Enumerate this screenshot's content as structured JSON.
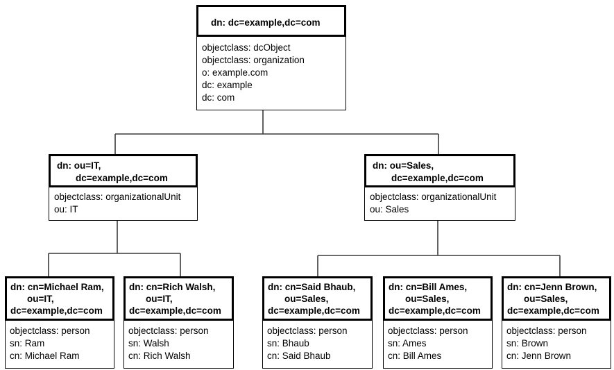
{
  "colors": {
    "background": "#ffffff",
    "box_border": "#000000",
    "text": "#000000",
    "connector": "#3a3a3a"
  },
  "nodes": {
    "root": {
      "header_lines": [
        "dn: dc=example,dc=com"
      ],
      "attributes": [
        "objectclass: dcObject",
        "objectclass: organization",
        "o: example.com",
        "dc: example",
        "dc: com"
      ]
    },
    "ou_it": {
      "header_lines": [
        "dn: ou=IT,",
        "dc=example,dc=com"
      ],
      "attributes": [
        "objectclass: organizationalUnit",
        "ou: IT"
      ]
    },
    "ou_sales": {
      "header_lines": [
        "dn: ou=Sales,",
        "dc=example,dc=com"
      ],
      "attributes": [
        "objectclass: organizationalUnit",
        "ou: Sales"
      ]
    },
    "person_michael_ram": {
      "header_lines": [
        "dn: cn=Michael Ram,",
        "ou=IT,",
        "dc=example,dc=com"
      ],
      "attributes": [
        "objectclass: person",
        "sn: Ram",
        "cn: Michael Ram"
      ]
    },
    "person_rich_walsh": {
      "header_lines": [
        "dn: cn=Rich Walsh,",
        "ou=IT,",
        "dc=example,dc=com"
      ],
      "attributes": [
        "objectclass: person",
        "sn: Walsh",
        "cn: Rich Walsh"
      ]
    },
    "person_said_bhaub": {
      "header_lines": [
        "dn: cn=Said Bhaub,",
        "ou=Sales,",
        "dc=example,dc=com"
      ],
      "attributes": [
        "objectclass: person",
        "sn: Bhaub",
        "cn: Said Bhaub"
      ]
    },
    "person_bill_ames": {
      "header_lines": [
        "dn: cn=Bill Ames,",
        "ou=Sales,",
        "dc=example,dc=com"
      ],
      "attributes": [
        "objectclass: person",
        "sn: Ames",
        "cn: Bill Ames"
      ]
    },
    "person_jenn_brown": {
      "header_lines": [
        "dn: cn=Jenn Brown,",
        "ou=Sales,",
        "dc=example,dc=com"
      ],
      "attributes": [
        "objectclass: person",
        "sn: Brown",
        "cn: Jenn Brown"
      ]
    }
  }
}
